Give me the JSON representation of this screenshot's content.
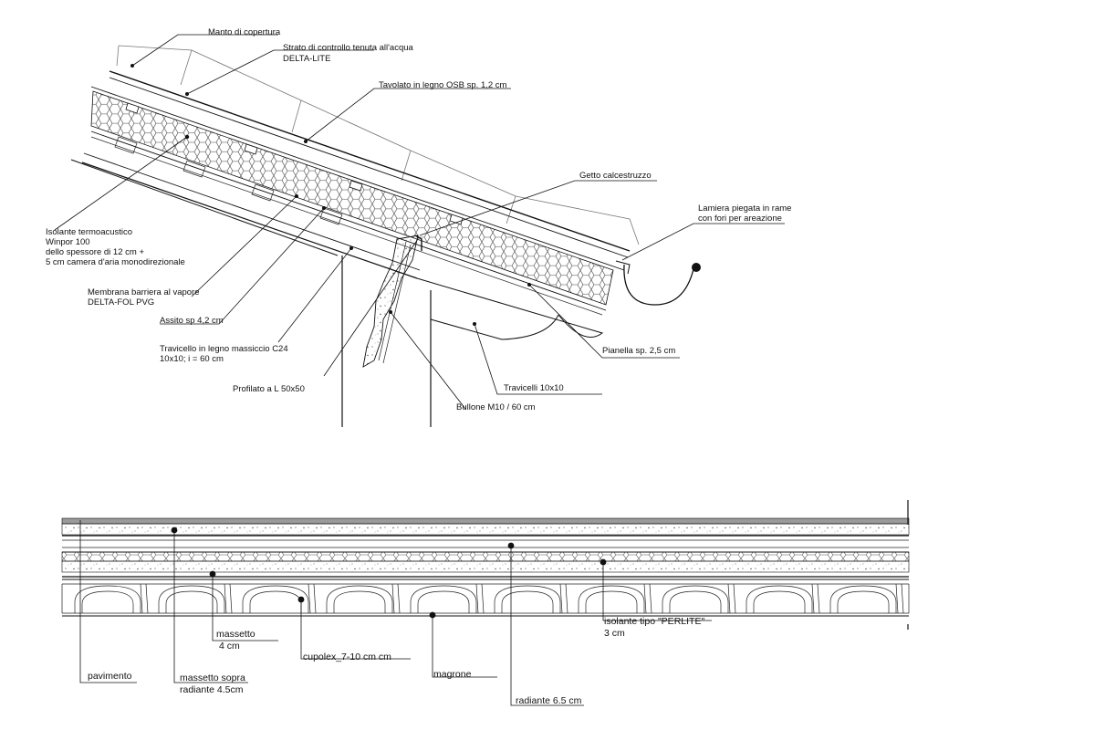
{
  "roof_section": {
    "labels": {
      "manto": "Manto di copertura",
      "strato_1": "Strato di controllo tenuta all'acqua",
      "strato_2": "DELTA-LITE",
      "tavolato": "Tavolato in legno OSB sp. 1,2 cm",
      "getto": "Getto calcestruzzo",
      "lamiera_1": "Lamiera piegata in rame",
      "lamiera_2": "con fori per areazione",
      "isolante_1": "Isolante termoacustico",
      "isolante_2": "Winpor 100",
      "isolante_3": "dello spessore di 12 cm +",
      "isolante_4": "5 cm camera d'aria monodirezionale",
      "membrana_1": "Membrana barriera al vapore",
      "membrana_2": "DELTA-FOL PVG",
      "assito": "Assito sp 4,2 cm",
      "travicello_1": "Travicello in legno massiccio C24",
      "travicello_2": "10x10;  i = 60 cm",
      "profilato": "Profilato a L 50x50",
      "bullone": "Bullone M10 / 60 cm",
      "travicelli": "Travicelli 10x10",
      "pianella": "Pianella sp. 2,5 cm"
    }
  },
  "floor_section": {
    "labels": {
      "pavimento": "pavimento",
      "massetto_sopra_1": "massetto sopra",
      "massetto_sopra_2": "radiante 4.5cm",
      "massetto_1": "massetto",
      "massetto_2": "4 cm",
      "cupolex": "cupolex_7-10 cm cm",
      "magrone": "magrone",
      "radiante": "radiante 6.5  cm",
      "isolante_1": "isolante tipo \"PERLITE\"",
      "isolante_2": "3 cm"
    }
  }
}
